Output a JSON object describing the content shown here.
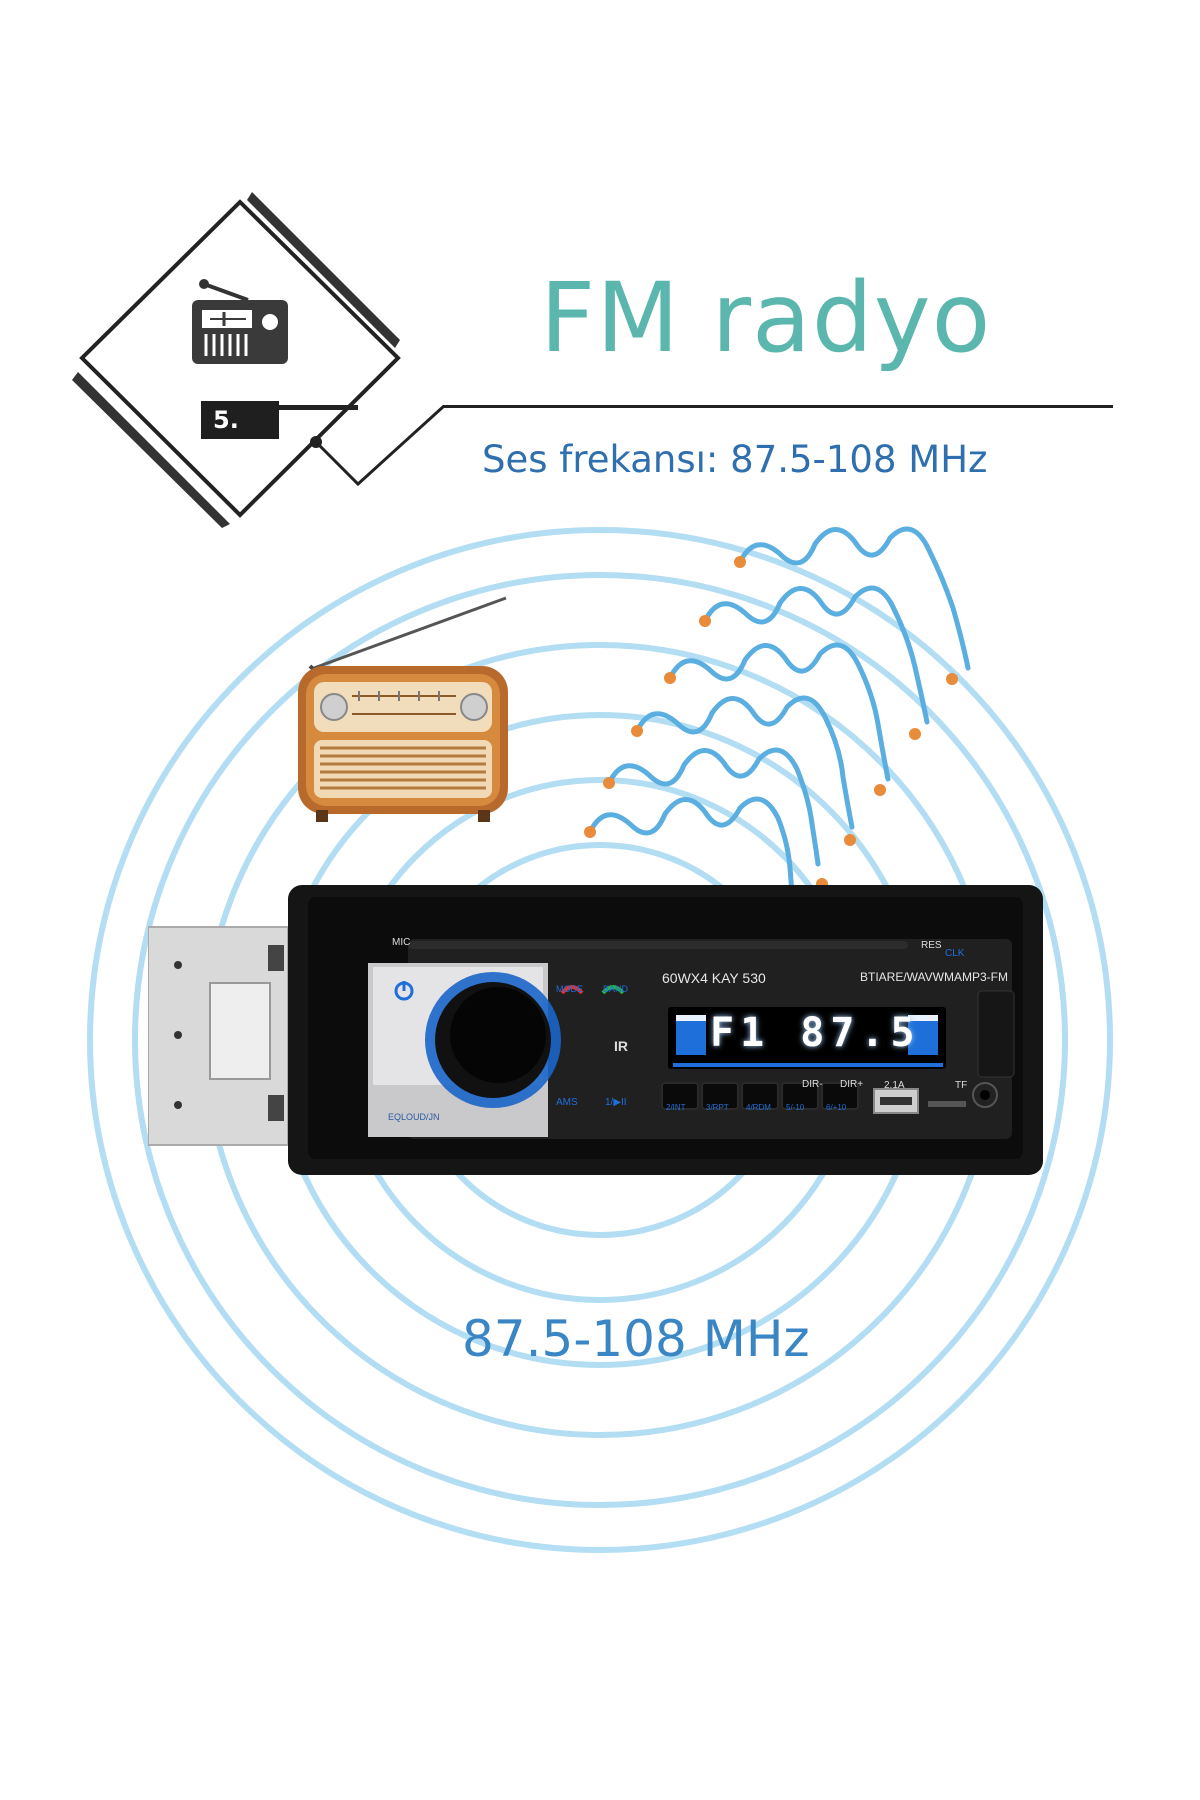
{
  "header": {
    "title": "FM radyo",
    "subtitle": "Ses frekansı: 87.5-108 MHz",
    "badge_number": "5."
  },
  "frequency_caption": "87.5-108 MHz",
  "stereo": {
    "top_left_label": "MIC",
    "top_right_label": "RES",
    "clk_label": "CLK",
    "model_label": "60WX4 KAY 530",
    "formats_label": "BTIARE/WAVWMAMP3-FM",
    "display_text": "F1 87.5",
    "ir_label": "IR",
    "mode_label": "MODE",
    "band_label": "BAND",
    "ams_label": "AMS",
    "play_label": "1/▶II",
    "eq_label": "EQLOUD/JN",
    "preset_buttons": [
      "2/INT",
      "3/RPT",
      "4/RDM",
      "5/-10",
      "6/+10"
    ],
    "dir_minus_label": "DIR-",
    "dir_plus_label": "DIR+",
    "usb_label": "2.1A",
    "tf_label": "TF"
  },
  "colors": {
    "title": "#5bb7ad",
    "subtitle": "#2f6fad",
    "rings": "#a6d8f2",
    "waves": "#5aaee0",
    "wave_dots": "#e88b3a",
    "display_glow": "#ffffff",
    "stereo_accent": "#1e6fd9"
  },
  "icons": [
    "radio-icon",
    "vintage-radio-icon",
    "power-icon",
    "volume-knob-icon",
    "usb-port-icon",
    "aux-jack-icon"
  ]
}
